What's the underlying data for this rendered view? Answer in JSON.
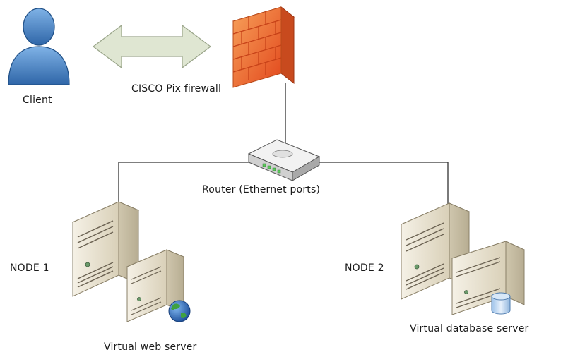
{
  "labels": {
    "client": "Client",
    "firewall": "CISCO Pix firewall",
    "router": "Router (Ethernet ports)",
    "node1": "NODE 1",
    "node2": "NODE 2",
    "web_server": "Virtual web server",
    "db_server": "Virtual database server"
  },
  "icons": {
    "client": "user-icon",
    "firewall": "firewall-icon",
    "router": "router-icon",
    "node1": "server-tower-icon",
    "node2": "server-tower-icon",
    "web_server": "server-globe-icon",
    "db_server": "server-database-icon"
  },
  "colors": {
    "user_blue": "#3f7fc4",
    "firewall_orange": "#e8622a",
    "arrow_fill": "#dfe6d2",
    "server_beige": "#efe9da",
    "line": "#333333"
  }
}
